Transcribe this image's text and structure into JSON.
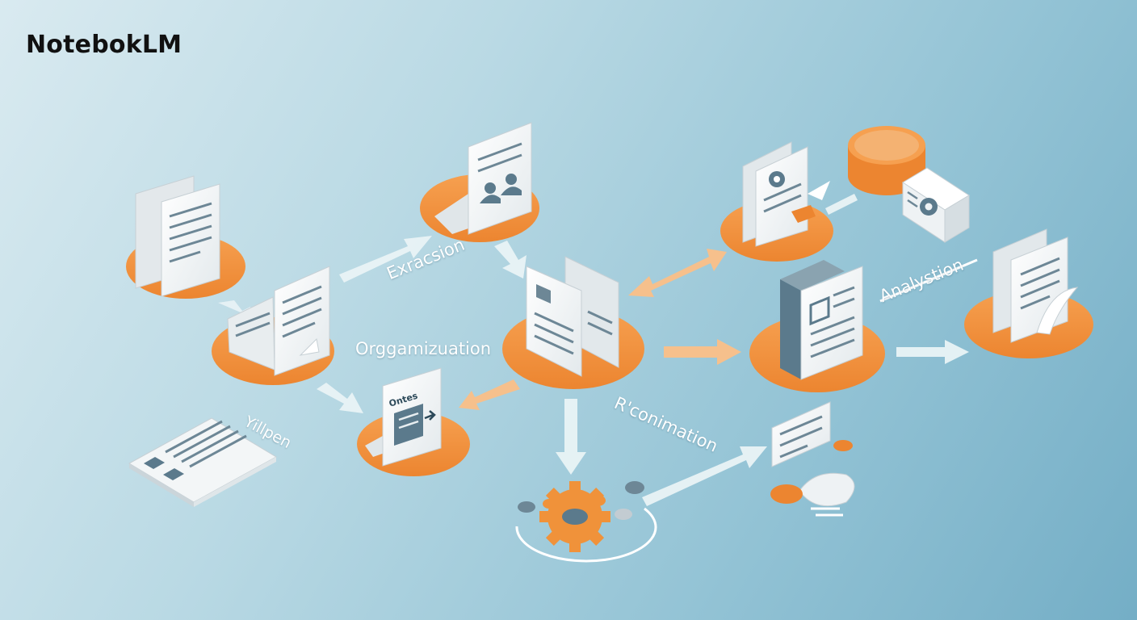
{
  "title": "NotebokLM",
  "labels": {
    "extraction": "Exracsion",
    "organization": "Orggamizuation",
    "recombination": "R'conimation",
    "analysis": "Analystion",
    "input": "Yillpen"
  },
  "doc_text": "Ontes",
  "colors": {
    "orange": "#f0923a",
    "orange_dark": "#d9762a",
    "paper": "#f4f6f7",
    "slate": "#5b7a8c",
    "arrow_light": "#e6f1f5",
    "arrow_orange": "#f6c08c"
  }
}
